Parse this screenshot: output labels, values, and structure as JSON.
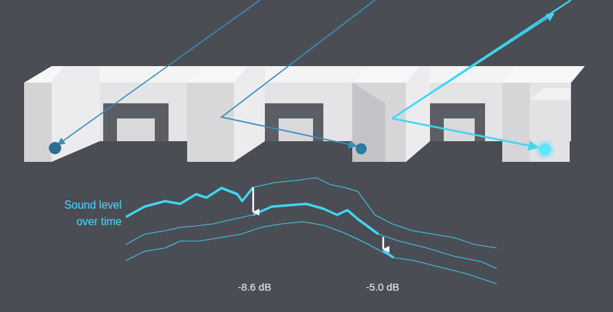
{
  "diagram": {
    "labels": [
      "Sound level over time",
      "-8.6 dB",
      "-5.0 dB"
    ]
  }
}
